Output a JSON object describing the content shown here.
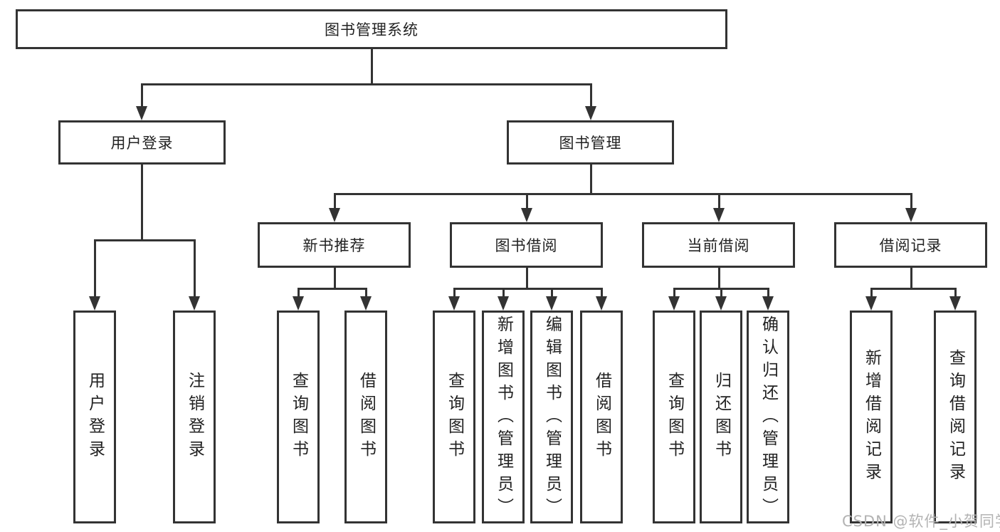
{
  "diagram": {
    "root": {
      "label": "图书管理系统"
    },
    "nodes": {
      "user_login": {
        "label": "用户登录",
        "children": [
          {
            "label": "用户登录"
          },
          {
            "label": "注销登录"
          }
        ]
      },
      "book_manage": {
        "label": "图书管理",
        "sections": [
          {
            "label": "新书推荐",
            "children": [
              {
                "label": "查询图书"
              },
              {
                "label": "借阅图书"
              }
            ]
          },
          {
            "label": "图书借阅",
            "children": [
              {
                "label": "查询图书"
              },
              {
                "label": "新增图书（管理员）"
              },
              {
                "label": "编辑图书（管理员）"
              },
              {
                "label": "借阅图书"
              }
            ]
          },
          {
            "label": "当前借阅",
            "children": [
              {
                "label": "查询图书"
              },
              {
                "label": "归还图书"
              },
              {
                "label": "确认归还（管理员）"
              }
            ]
          },
          {
            "label": "借阅记录",
            "children": [
              {
                "label": "新增借阅记录"
              },
              {
                "label": "查询借阅记录"
              }
            ]
          }
        ]
      }
    },
    "watermark": "CSDN @软件_小贺同学",
    "colors": {
      "line": "#333333",
      "text": "#222222",
      "background": "#ffffff",
      "watermark": "#b3b3b3"
    }
  }
}
